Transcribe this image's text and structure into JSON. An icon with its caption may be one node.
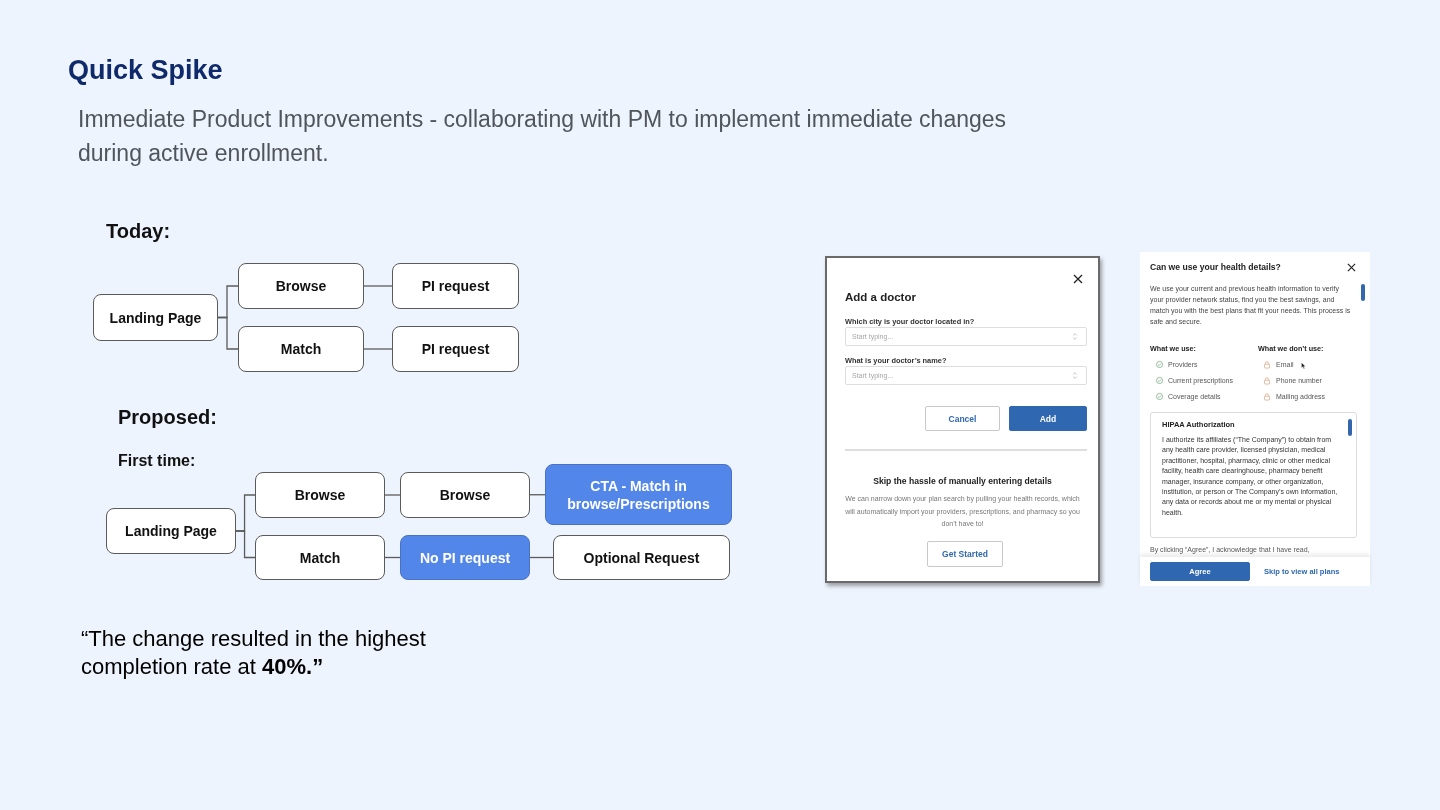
{
  "diagram": {
    "title": "Quick Spike",
    "nodes": [
      {
        "text": [
          "Landing Page"
        ]
      },
      {
        "text": [
          "Browse"
        ]
      },
      {
        "text": [
          "PI request"
        ]
      },
      {
        "text": [
          "Match"
        ]
      },
      {
        "text": [
          "PI request"
        ]
      },
      {
        "text": [
          "Landing Page"
        ]
      },
      {
        "text": [
          "Browse"
        ]
      },
      {
        "text": [
          "Browse"
        ]
      },
      {
        "text": [
          "CTA - Match in browse/Prescriptions"
        ]
      },
      {
        "text": [
          "Match"
        ]
      },
      {
        "text": [
          "No PI request"
        ]
      },
      {
        "text": [
          "Optional Request"
        ]
      },
      {
        "text": [
          "Add a doctor",
          "Which city is your doctor located in?",
          "What is your doctor’s name?",
          "Skip the hassle of manually entering details",
          "We can narrow down your plan search by pulling your health records, which will automatically import your providers, prescriptions, and pharmacy so you don’t have to!"
        ]
      },
      {
        "text": [
          "Start typing..."
        ],
        "in": 12
      },
      {
        "text": [
          "Start typing..."
        ],
        "in": 12
      },
      {
        "text": [
          "Cancel"
        ],
        "in": 12
      },
      {
        "text": [
          "Add"
        ],
        "in": 12
      },
      {
        "text": [
          "Get Started"
        ],
        "in": 12
      },
      {
        "text": [
          "Can we use your health details?",
          "We use your current and previous health information to verify your provider network status, find you the best savings, and match you with the best plans that fit your needs. This process is safe and secure.",
          "What we use:",
          "Providers",
          "Current prescriptions",
          "Coverage details",
          "What we don’t use:",
          "Email",
          "Phone number",
          "Mailing address",
          "By clicking “Agree”, I acknowledge that I have read,",
          "Skip to view all plans"
        ]
      },
      {
        "text": [
          "HIPAA Authorization",
          "I authorize its affiliates (“The Company”) to obtain from any health care provider, licensed physician, medical practitioner, hospital, pharmacy, clinic or other medical facility, health care clearinghouse, pharmacy benefit manager, insurance company, or other organization, institution, or person or The Company’s own information, any data or records about me or my mental or physical health."
        ],
        "in": 18
      },
      {
        "text": [
          "Agree"
        ],
        "in": 18
      }
    ],
    "edges": [
      {
        "from": 0,
        "to": 1,
        "arrow": "none"
      },
      {
        "from": 0,
        "to": 3,
        "arrow": "none"
      },
      {
        "from": 1,
        "to": 2,
        "arrow": "none"
      },
      {
        "from": 3,
        "to": 4,
        "arrow": "none"
      },
      {
        "from": 5,
        "to": 6,
        "arrow": "none"
      },
      {
        "from": 5,
        "to": 9,
        "arrow": "none"
      },
      {
        "from": 6,
        "to": 7,
        "arrow": "none"
      },
      {
        "from": 7,
        "to": 8,
        "arrow": "none"
      },
      {
        "from": 9,
        "to": 10,
        "arrow": "none"
      },
      {
        "from": 10,
        "to": 11,
        "arrow": "none"
      }
    ],
    "labels": [
      "Immediate Product Improvements - collaborating with PM to implement immediate changes during active enrollment.",
      "Today:",
      "Proposed:",
      "First time:",
      "“The change resulted in the highest completion rate at **40%.”**"
    ]
  }
}
